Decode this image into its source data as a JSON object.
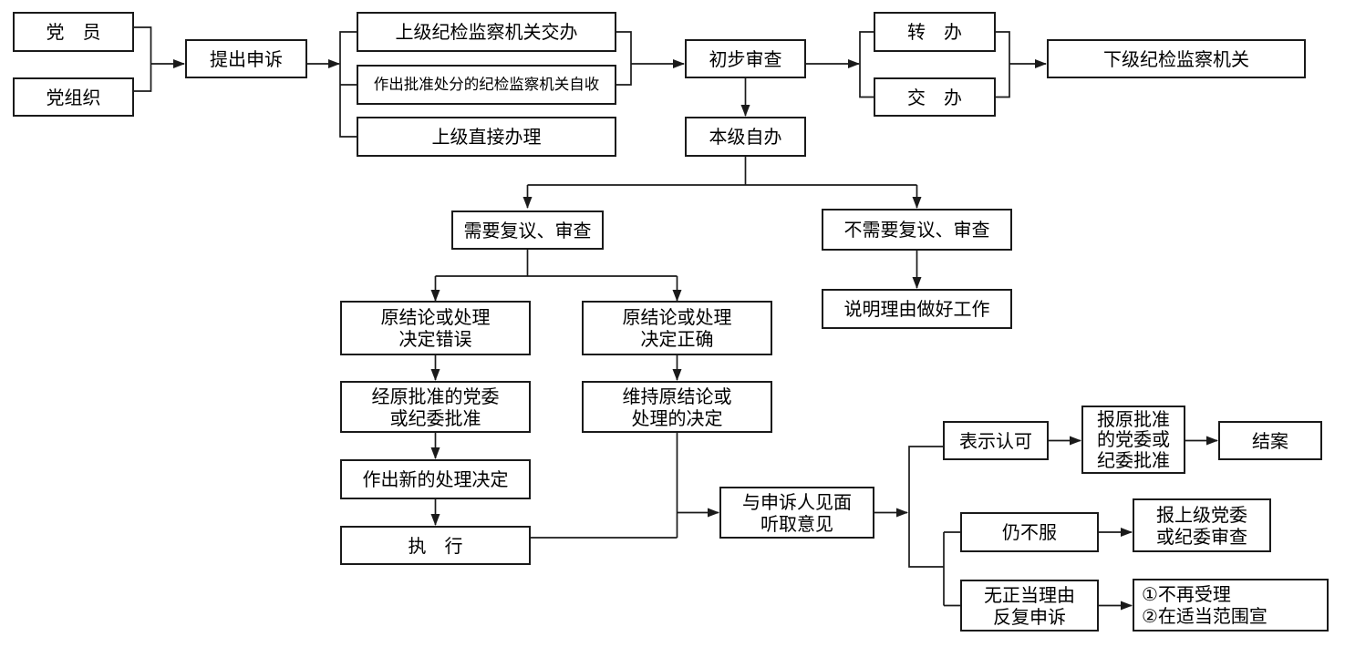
{
  "diagram": {
    "background_color": "#ffffff",
    "line_color": "#1a1a1a",
    "box_fill_color": "#ffffff",
    "box_border_color": "#1a1a1a",
    "text_color": "#000000",
    "nodes": [
      {
        "id": "party-member",
        "label": "党　员"
      },
      {
        "id": "party-organization",
        "label": "党组织"
      },
      {
        "id": "file-appeal",
        "label": "提出申诉"
      },
      {
        "id": "higher-org-assign",
        "label": "上级纪检监察机关交办"
      },
      {
        "id": "original-org-receive",
        "label": "作出批准处分的纪检监察机关自收"
      },
      {
        "id": "higher-direct-handle",
        "label": "上级直接办理"
      },
      {
        "id": "preliminary-review",
        "label": "初步审查"
      },
      {
        "id": "self-handle",
        "label": "本级自办"
      },
      {
        "id": "transfer",
        "label": "转　办"
      },
      {
        "id": "assign",
        "label": "交　办"
      },
      {
        "id": "lower-discipline-org",
        "label": "下级纪检监察机关"
      },
      {
        "id": "need-reconsideration",
        "label": "需要复议、审查"
      },
      {
        "id": "no-need-reconsideration",
        "label": "不需要复议、审查"
      },
      {
        "id": "explain-reasons",
        "label": "说明理由做好工作"
      },
      {
        "id": "original-decision-wrong",
        "label": "原结论或处理\n决定错误"
      },
      {
        "id": "original-decision-correct",
        "label": "原结论或处理\n决定正确"
      },
      {
        "id": "approve-by-original-committee",
        "label": "经原批准的党委\n或纪委批准"
      },
      {
        "id": "maintain-original-decision",
        "label": "维持原结论或\n处理的决定"
      },
      {
        "id": "make-new-decision",
        "label": "作出新的处理决定"
      },
      {
        "id": "execute",
        "label": "执　行"
      },
      {
        "id": "meet-appellant",
        "label": "与申诉人见面\n听取意见"
      },
      {
        "id": "accept",
        "label": "表示认可"
      },
      {
        "id": "report-original-committee",
        "label": "报原批准\n的党委或\n纪委批准"
      },
      {
        "id": "close-case",
        "label": "结案"
      },
      {
        "id": "still-unconvinced",
        "label": "仍不服"
      },
      {
        "id": "report-higher-committee",
        "label": "报上级党委\n或纪委审查"
      },
      {
        "id": "repeated-appeal",
        "label": "无正当理由\n反复申诉"
      },
      {
        "id": "no-longer-accept",
        "label": "①不再受理\n②在适当范围宣"
      }
    ]
  }
}
